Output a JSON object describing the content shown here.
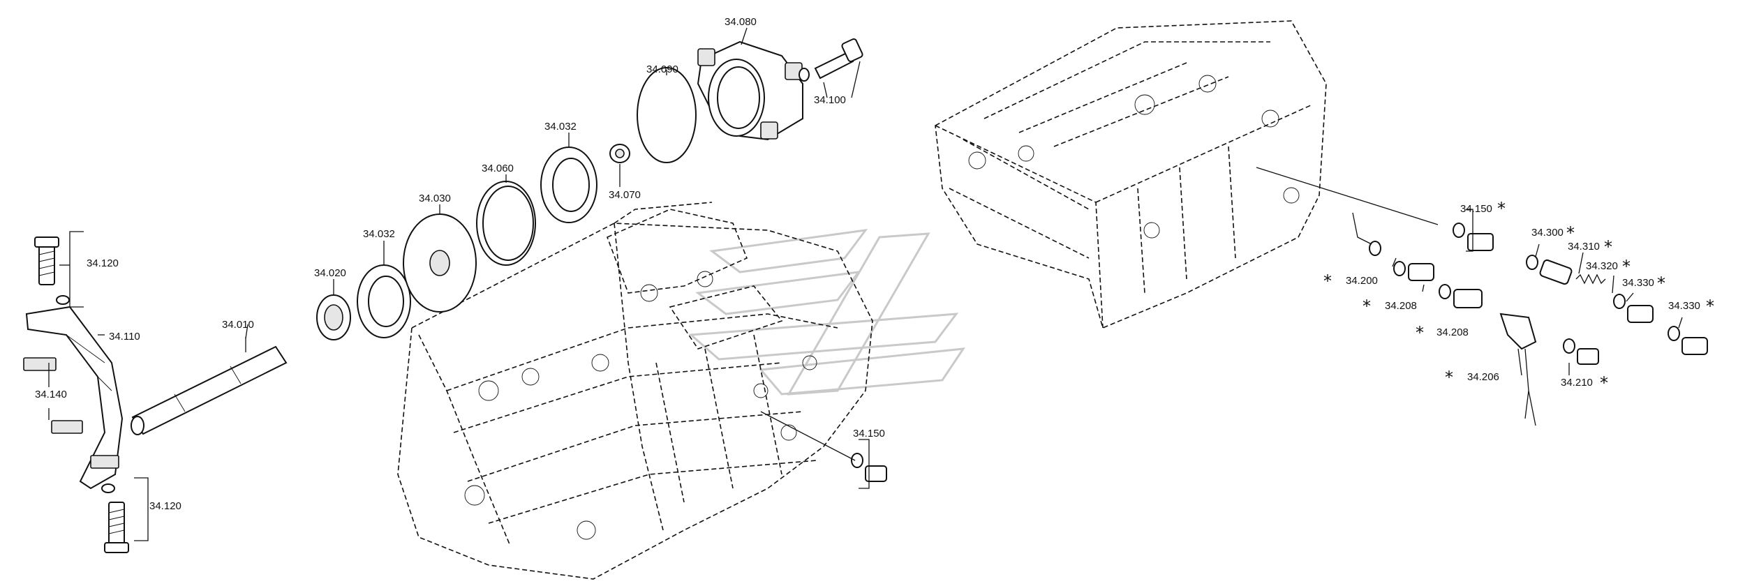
{
  "diagram": {
    "labels": {
      "p34_010": "34.010",
      "p34_020": "34.020",
      "p34_030": "34.030",
      "p34_032_a": "34.032",
      "p34_032_b": "34.032",
      "p34_060": "34.060",
      "p34_070": "34.070",
      "p34_080": "34.080",
      "p34_090": "34.090",
      "p34_100": "34.100",
      "p34_110": "34.110",
      "p34_120_top": "34.120",
      "p34_120_bottom": "34.120",
      "p34_140": "34.140",
      "p34_150_left": "34.150",
      "p34_150_right": "34.150",
      "p34_200": "34.200",
      "p34_206": "34.206",
      "p34_208_a": "34.208",
      "p34_208_b": "34.208",
      "p34_210": "34.210",
      "p34_300": "34.300",
      "p34_310": "34.310",
      "p34_320": "34.320",
      "p34_330_a": "34.330",
      "p34_330_b": "34.330"
    },
    "asterisk": "*",
    "colors": {
      "line": "#111111",
      "watermark": "#c9c9c9",
      "background": "#ffffff"
    }
  }
}
